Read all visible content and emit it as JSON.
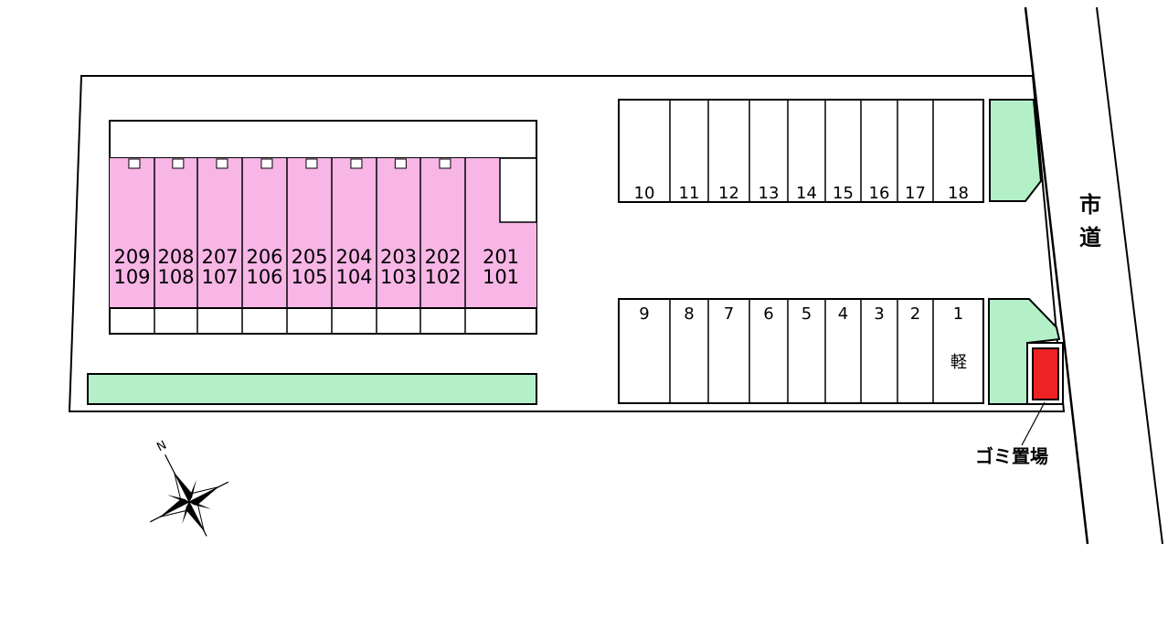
{
  "colors": {
    "unit_fill": "#f7b6e6",
    "green_area": "#b3f0c8",
    "garbage": "#ee2222",
    "line": "#000000",
    "background": "#ffffff"
  },
  "building": {
    "units": [
      {
        "upper": "209",
        "lower": "109"
      },
      {
        "upper": "208",
        "lower": "108"
      },
      {
        "upper": "207",
        "lower": "107"
      },
      {
        "upper": "206",
        "lower": "106"
      },
      {
        "upper": "205",
        "lower": "105"
      },
      {
        "upper": "204",
        "lower": "104"
      },
      {
        "upper": "203",
        "lower": "103"
      },
      {
        "upper": "202",
        "lower": "102"
      },
      {
        "upper": "201",
        "lower": "101"
      }
    ]
  },
  "parking": {
    "top_row": [
      "10",
      "11",
      "12",
      "13",
      "14",
      "15",
      "16",
      "17",
      "18"
    ],
    "bottom_row": [
      "9",
      "8",
      "7",
      "6",
      "5",
      "4",
      "3",
      "2",
      "1"
    ],
    "kei_label": "軽"
  },
  "road": {
    "label_line1": "市",
    "label_line2": "道"
  },
  "garbage": {
    "label": "ゴミ置場"
  },
  "compass": {
    "north_letter": "N",
    "icon": "compass-rose-icon"
  }
}
